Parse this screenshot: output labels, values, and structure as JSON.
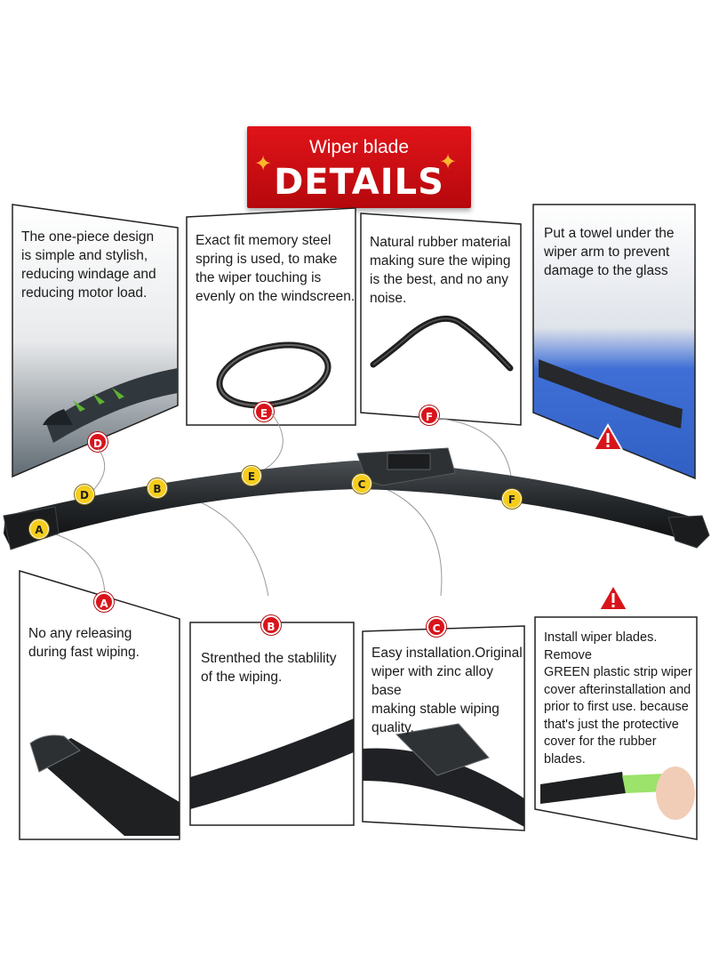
{
  "header": {
    "title_top": "Wiper blade",
    "title_main": "DETAILS"
  },
  "top_cards": [
    {
      "badge": "D",
      "text": "The one-piece design\nis simple and stylish,\nreducing windage and\nreducing motor load."
    },
    {
      "badge": "E",
      "text": "Exact fit memory  steel\nspring is used, to make\nthe wiper touching is\nevenly on the windscreen."
    },
    {
      "badge": "F",
      "text": "Natural rubber material\nmaking sure the wiping\nis the best, and no any\nnoise."
    },
    {
      "badge": "",
      "text": "Put a towel under the\nwiper arm to prevent\ndamage to the glass"
    }
  ],
  "bottom_cards": [
    {
      "badge": "A",
      "text": "No any releasing\nduring fast wiping."
    },
    {
      "badge": "B",
      "text": "Strenthed the stablility\nof the wiping."
    },
    {
      "badge": "C",
      "text": "Easy installation.Original\nwiper with zinc alloy base\nmaking stable wiping\nquality."
    },
    {
      "badge": "",
      "text": "Install wiper blades. Remove\nGREEN plastic strip wiper\ncover afterinstallation and\nprior to first use. because\nthat's just  the protective\ncover for the rubber blades."
    }
  ],
  "blade_labels": {
    "a": "A",
    "b": "B",
    "c": "C",
    "d": "D",
    "e": "E",
    "f": "F"
  },
  "colors": {
    "banner_red": "#d8141b",
    "badge_yellow": "#f6cd1c",
    "spark_orange": "#ffb52e",
    "green_strip": "#9be36a",
    "towel_blue": "#3f6fd6"
  },
  "icons": {
    "warning": "warning-triangle-icon",
    "spark": "four-point-star-icon"
  }
}
